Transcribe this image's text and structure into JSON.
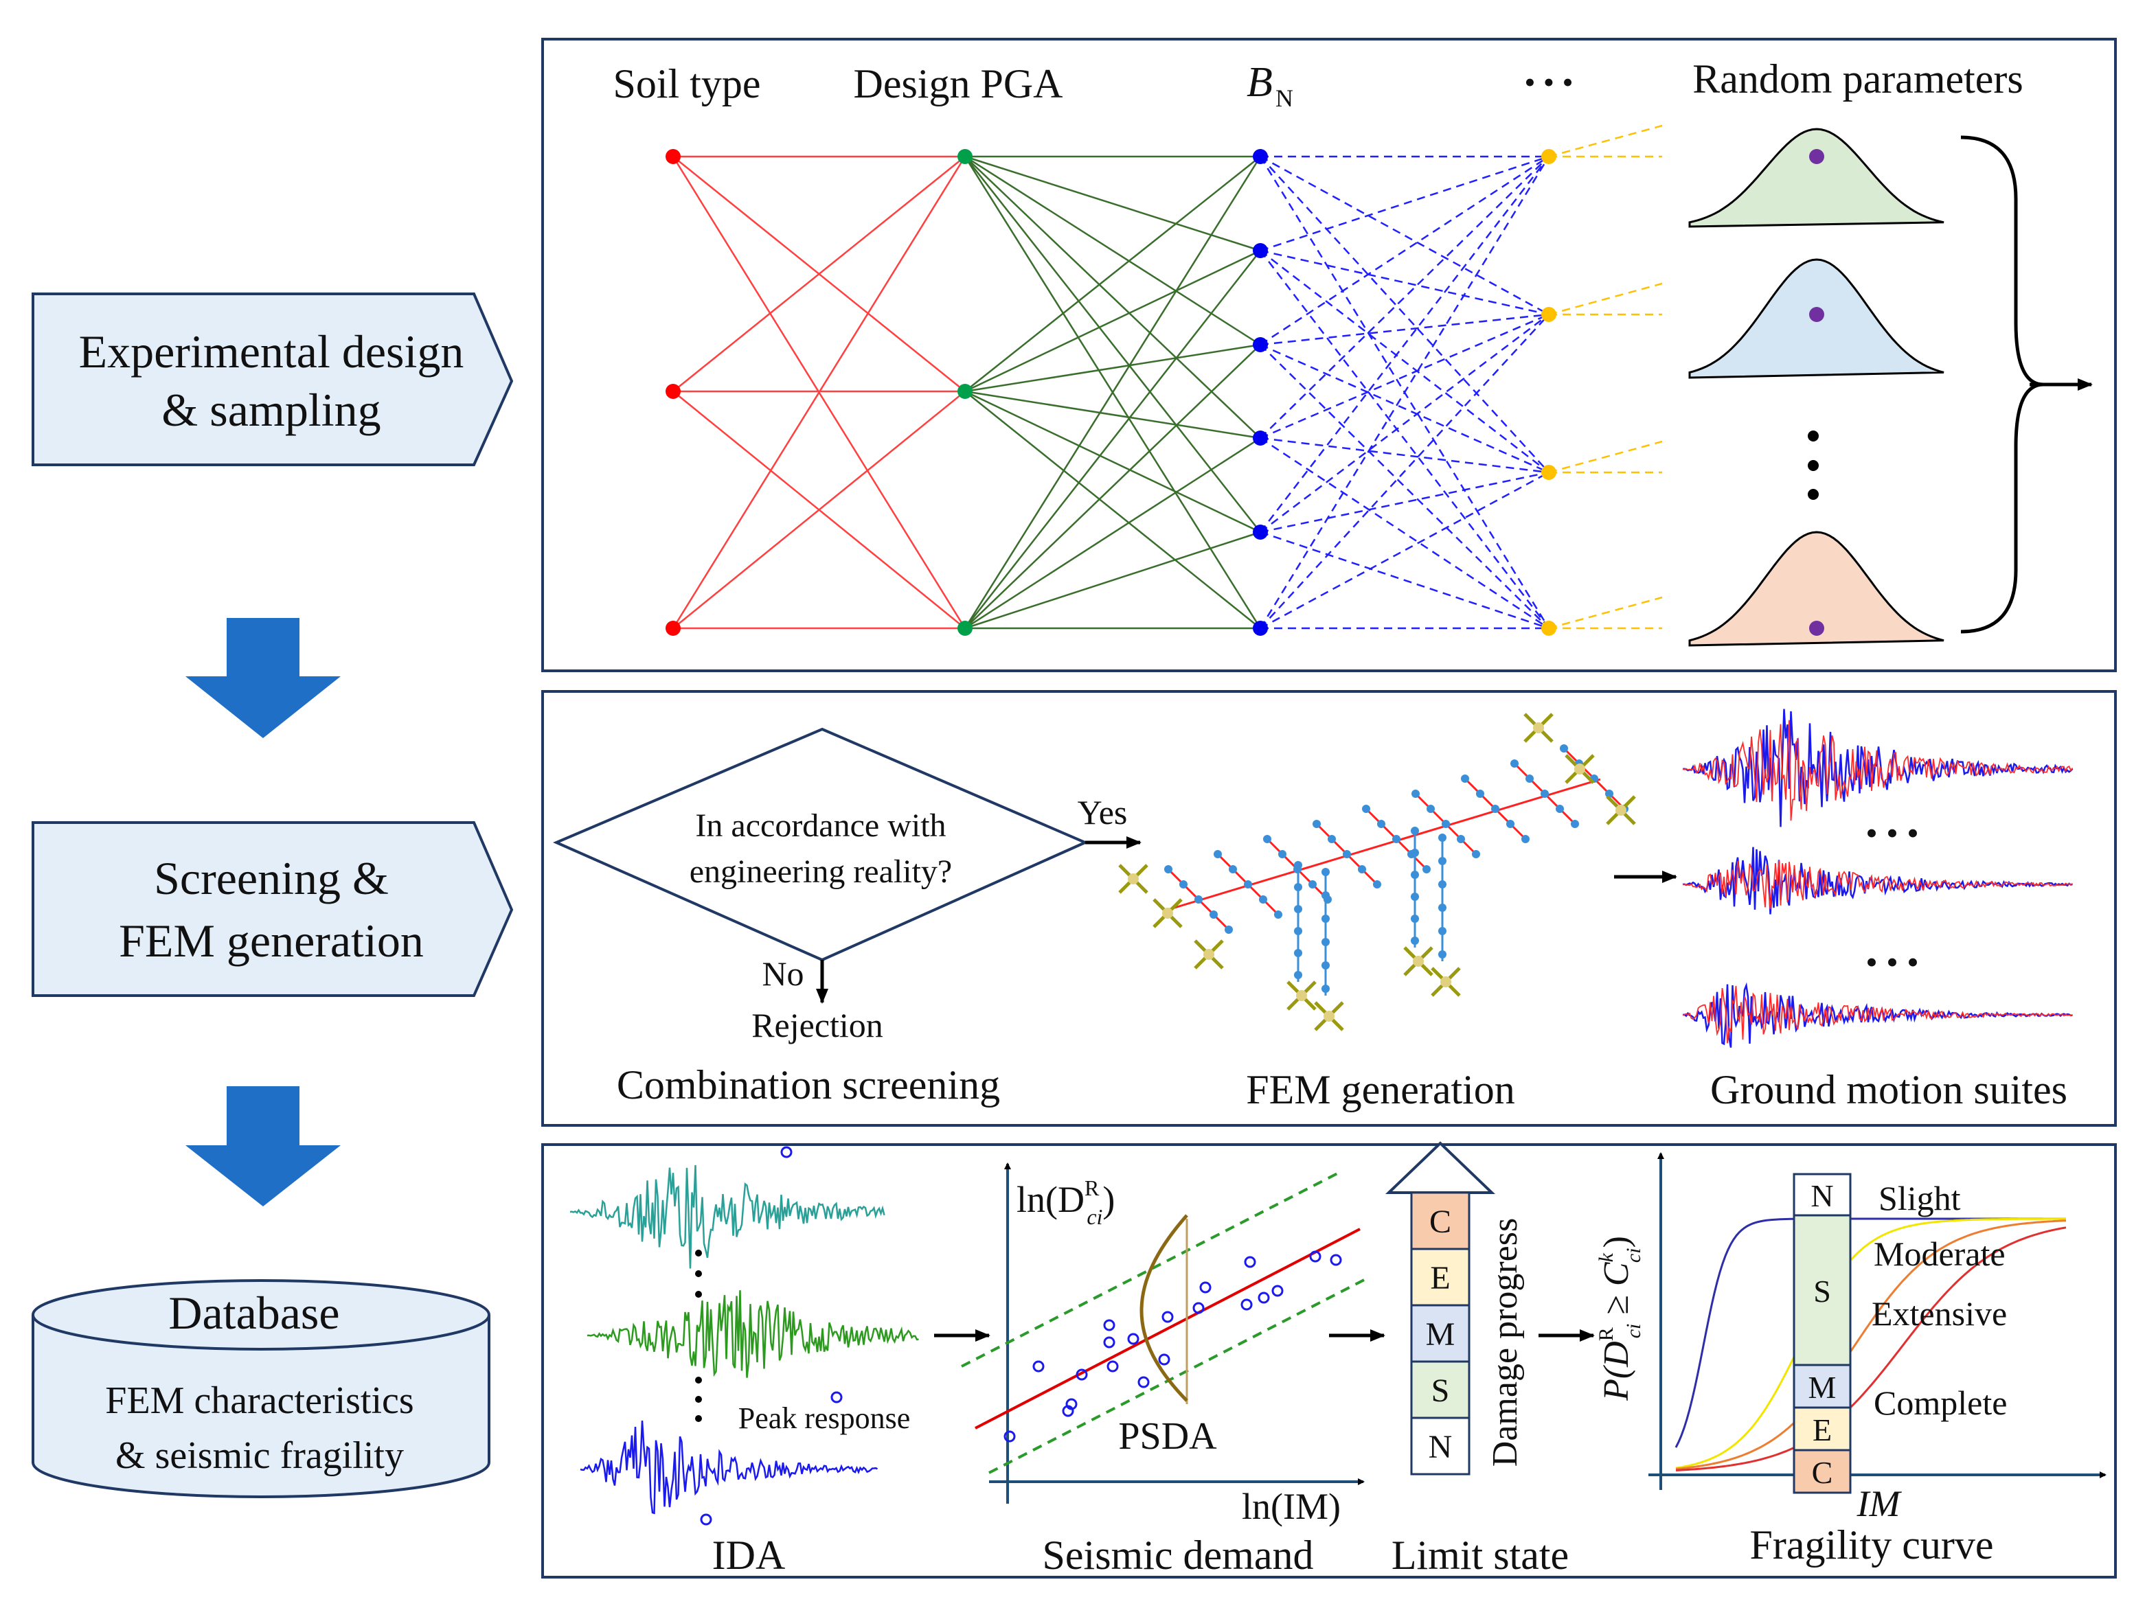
{
  "steps": {
    "design_line1": "Experimental design",
    "design_line2": "& sampling",
    "screen_line1": "Screening &",
    "screen_line2": "FEM generation",
    "db_title": "Database",
    "db_line1": "FEM characteristics",
    "db_line2": "& seismic  fragility"
  },
  "design_panel": {
    "col_soil": "Soil type",
    "col_pga": "Design  PGA",
    "col_bn_main": "B",
    "col_bn_sub": "N",
    "col_more": "• • •",
    "col_random": "Random parameters",
    "dist_colors": [
      "#d9ecd3",
      "#d4e6f4",
      "#f9d9c6"
    ],
    "node_colors": {
      "soil": "#ff0000",
      "pga": "#00a04a",
      "bn": "#0000ee",
      "more": "#ffc000",
      "dot": "#7030a0"
    },
    "edge_colors": {
      "soil_pga": "#ff4040",
      "pga_bn": "#3a6e2c",
      "bn_more": "#2020ff",
      "more_out": "#ffc000"
    }
  },
  "screening_panel": {
    "question_line1": "In accordance  with",
    "question_line2": "engineering  reality?",
    "yes": "Yes",
    "no": "No",
    "rejection": "Rejection",
    "caption_screening": "Combination  screening",
    "caption_fem": "FEM generation",
    "caption_gm": "Ground motion suites",
    "ellipsis": "• • •"
  },
  "analysis_panel": {
    "ida_caption": "IDA",
    "peak_label": "Peak response",
    "psda_label": "PSDA",
    "demand_caption": "Seismic demand",
    "ylabel_demand": "ln(D",
    "ylabel_sup": "R",
    "ylabel_sub": "ci",
    "xlabel_demand": "ln(IM)",
    "limit_caption": "Limit state",
    "damage_label": "Damage  progress",
    "limit_boxes": [
      "C",
      "E",
      "M",
      "S",
      "N"
    ],
    "limit_colors": [
      "#f8cbad",
      "#fff2cc",
      "#dae3f3",
      "#e2f0d9",
      "#ffffff"
    ],
    "fragility_caption": "Fragility curve",
    "fragility_xlabel": "IM",
    "fragility_ylabel": "P(D",
    "fragility_boxes": [
      "N",
      "S",
      "M",
      "E",
      "C"
    ],
    "fragility_box_colors": [
      "#ffffff",
      "#e2f0d9",
      "#dae3f3",
      "#fff2cc",
      "#f8cbad"
    ],
    "states": [
      "Slight",
      "Moderate",
      "Extensive",
      "Complete"
    ],
    "curve_colors": [
      "#2e2ea8",
      "#f2e600",
      "#ed7d31",
      "#e03030"
    ],
    "ida_colors": [
      "#2aa198",
      "#2c9a1e",
      "#1a1aee"
    ]
  }
}
